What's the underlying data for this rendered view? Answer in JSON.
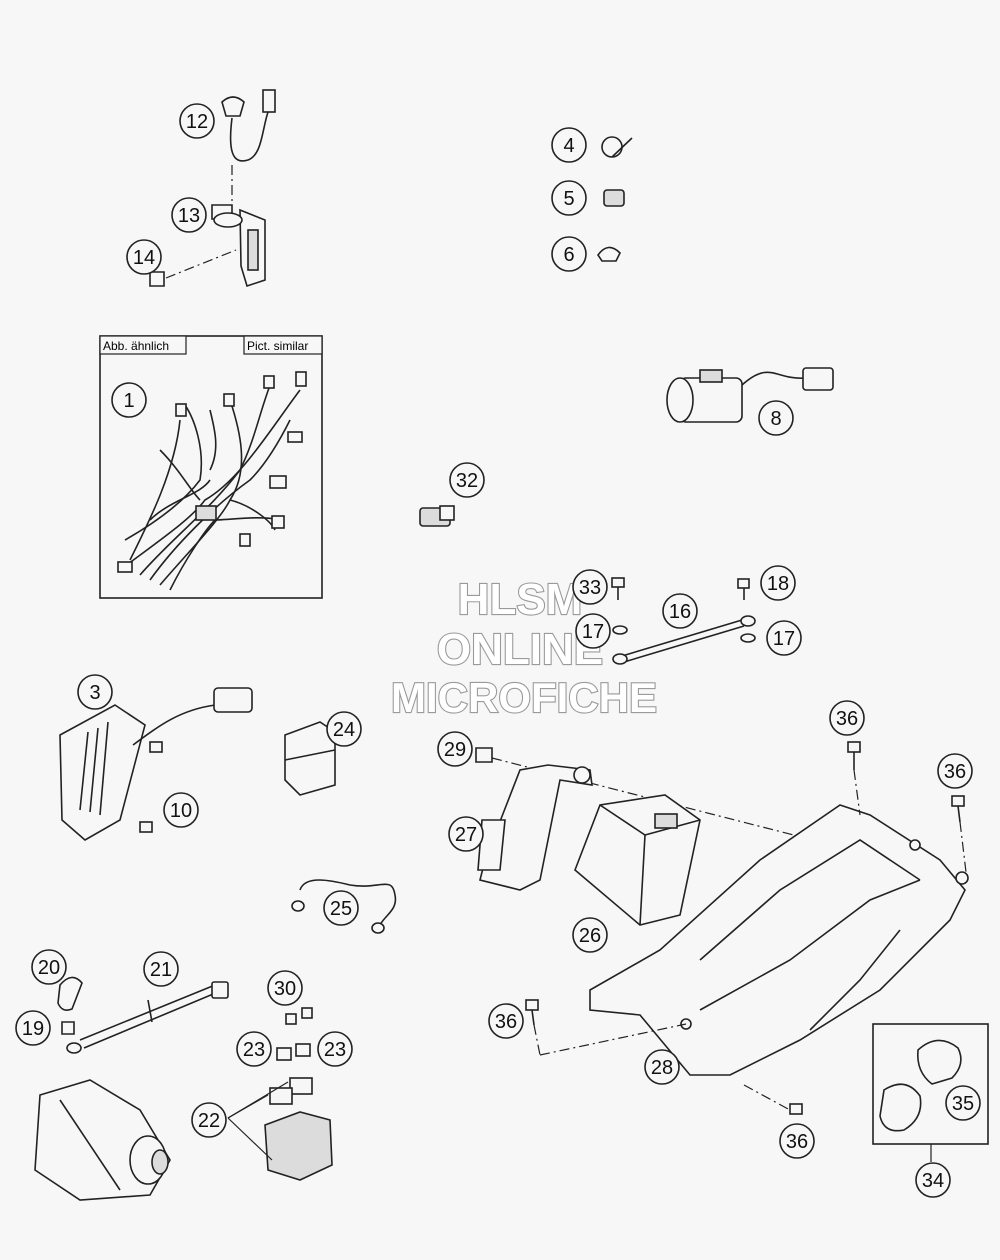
{
  "inset": {
    "label_left": "Abb. ähnlich",
    "label_right": "Pict. similar"
  },
  "watermark": {
    "line1": "HLSM",
    "line2": "ONLINE",
    "line3": "MICROFICHE"
  },
  "callouts": {
    "c1": "1",
    "c3": "3",
    "c4": "4",
    "c5": "5",
    "c6": "6",
    "c8": "8",
    "c10": "10",
    "c12": "12",
    "c13": "13",
    "c14": "14",
    "c16": "16",
    "c17a": "17",
    "c17b": "17",
    "c18": "18",
    "c19": "19",
    "c20": "20",
    "c21": "21",
    "c22": "22",
    "c23a": "23",
    "c23b": "23",
    "c24": "24",
    "c25": "25",
    "c26": "26",
    "c27": "27",
    "c28": "28",
    "c29": "29",
    "c30": "30",
    "c32": "32",
    "c33": "33",
    "c34": "34",
    "c35": "35",
    "c36a": "36",
    "c36b": "36",
    "c36c": "36",
    "c36d": "36"
  }
}
